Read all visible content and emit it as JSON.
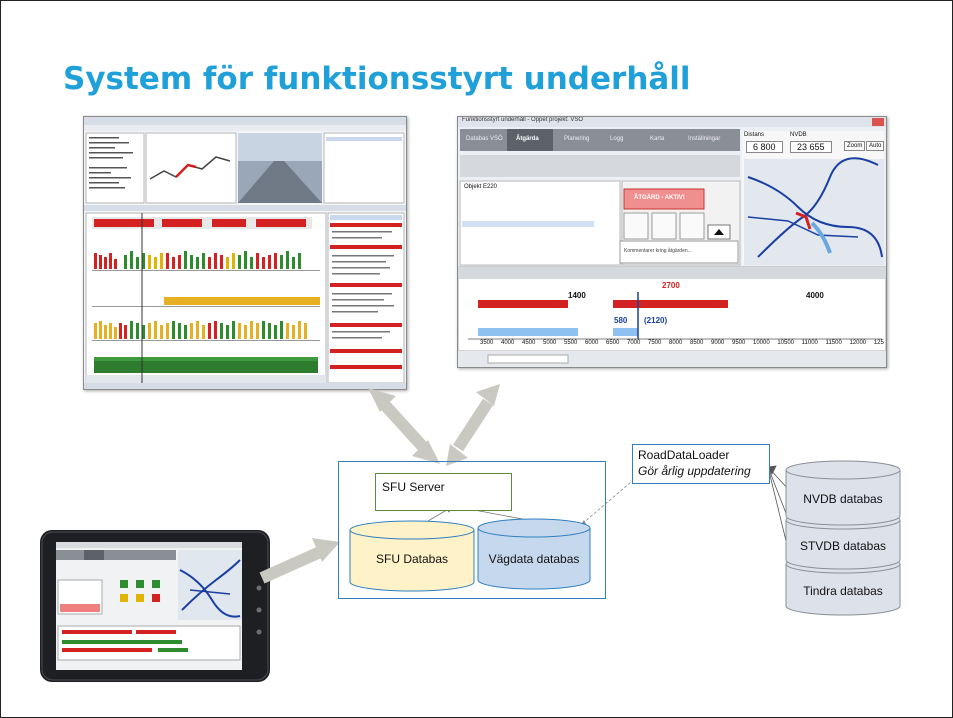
{
  "slide": {
    "title": "System för funktionsstyrt underhåll"
  },
  "right_app": {
    "window_title": "Funktionsstyrt underhåll - Öppet projekt: VSÖ",
    "tabs": [
      "Databas VSÖ",
      "Åtgärda",
      "Planering",
      "Logg",
      "Karta",
      "Inställningar"
    ],
    "distans_label": "Distans",
    "distans_value": "6 800",
    "nvdb_label": "NVDB",
    "nvdb_value": "23 655",
    "zoom_button": "Zoom",
    "auto_button": "Auto",
    "aktiv_label": "ÅTGÄRD - AKTIV!",
    "objekt_header": "Objekt E220",
    "ruler_top_1": "2700",
    "ruler_mid_1": "1400",
    "ruler_mid_2": "4000",
    "ruler_low_1": "580",
    "ruler_low_2": "(2120)",
    "axis_ticks": [
      "3500",
      "4000",
      "4500",
      "5000",
      "5500",
      "6000",
      "6500",
      "7000",
      "7500",
      "8000",
      "8500",
      "9000",
      "9500",
      "10000",
      "10500",
      "11000",
      "11500",
      "12000",
      "125"
    ],
    "comment": "Kommentarer kring åtgärden..."
  },
  "server": {
    "label": "SFU Server"
  },
  "sfu_db": {
    "label": "SFU Databas"
  },
  "vagdata_db": {
    "label": "Vägdata databas"
  },
  "loader": {
    "line1": "RoadDataLoader",
    "line2": "Gör årlig uppdatering"
  },
  "databases": [
    {
      "label": "NVDB databas"
    },
    {
      "label": "STVDB databas"
    },
    {
      "label": "Tindra databas"
    }
  ],
  "colors": {
    "title": "#1fa0d8",
    "arrow": "#c9c9c1",
    "server_border": "#5e8a3a",
    "group_border": "#2f7fc1",
    "sfu_fill": "#fdf2c8",
    "vagdata_fill": "#c5d8ee",
    "db_fill": "#dde1e9"
  }
}
